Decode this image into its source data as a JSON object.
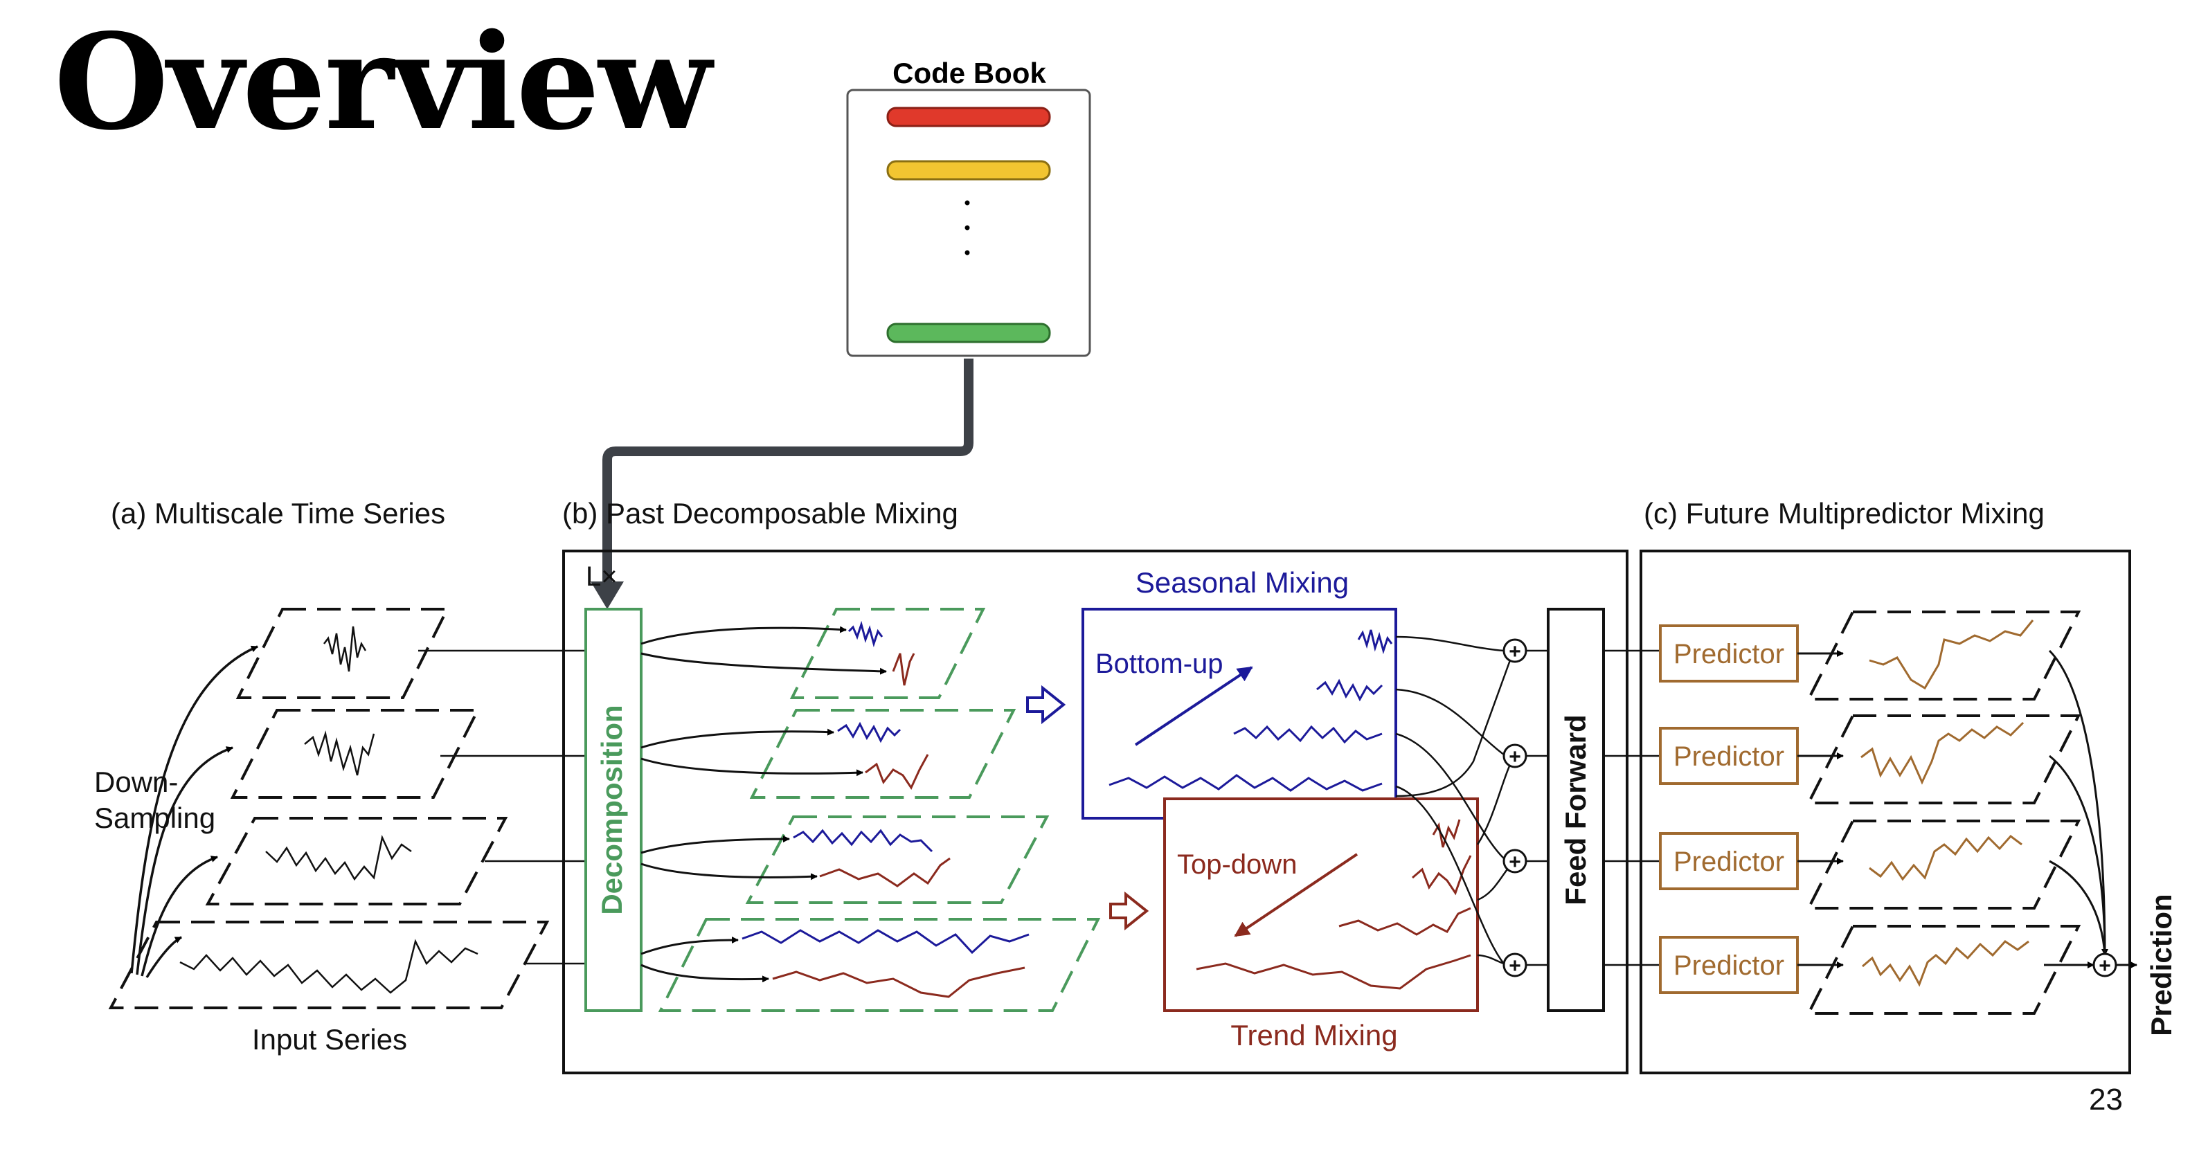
{
  "slide": {
    "title": "Overview",
    "page_number": "23"
  },
  "codebook": {
    "title": "Code Book",
    "ellipsis": "⋮",
    "bar_colors": [
      "#e0392b",
      "#f2c531",
      "#5cb85c"
    ]
  },
  "panels": {
    "a_title": "(a) Multiscale Time Series",
    "b_title": "(b) Past Decomposable Mixing",
    "c_title": "(c) Future Multipredictor Mixing"
  },
  "labels": {
    "down_sampling_1": "Down-",
    "down_sampling_2": "Sampling",
    "input_series": "Input Series",
    "lx": "L×",
    "decomposition": "Decomposition",
    "seasonal_mixing": "Seasonal Mixing",
    "bottom_up": "Bottom-up",
    "top_down": "Top-down",
    "trend_mixing": "Trend Mixing",
    "feed_forward": "Feed Forward",
    "predictor": "Predictor",
    "prediction": "Prediction",
    "plus": "+"
  },
  "colors": {
    "green": "#4a9a5c",
    "blue": "#1c1a9a",
    "red": "#8b2a1e",
    "brown": "#a06a2f",
    "arrow": "#3d4147"
  }
}
